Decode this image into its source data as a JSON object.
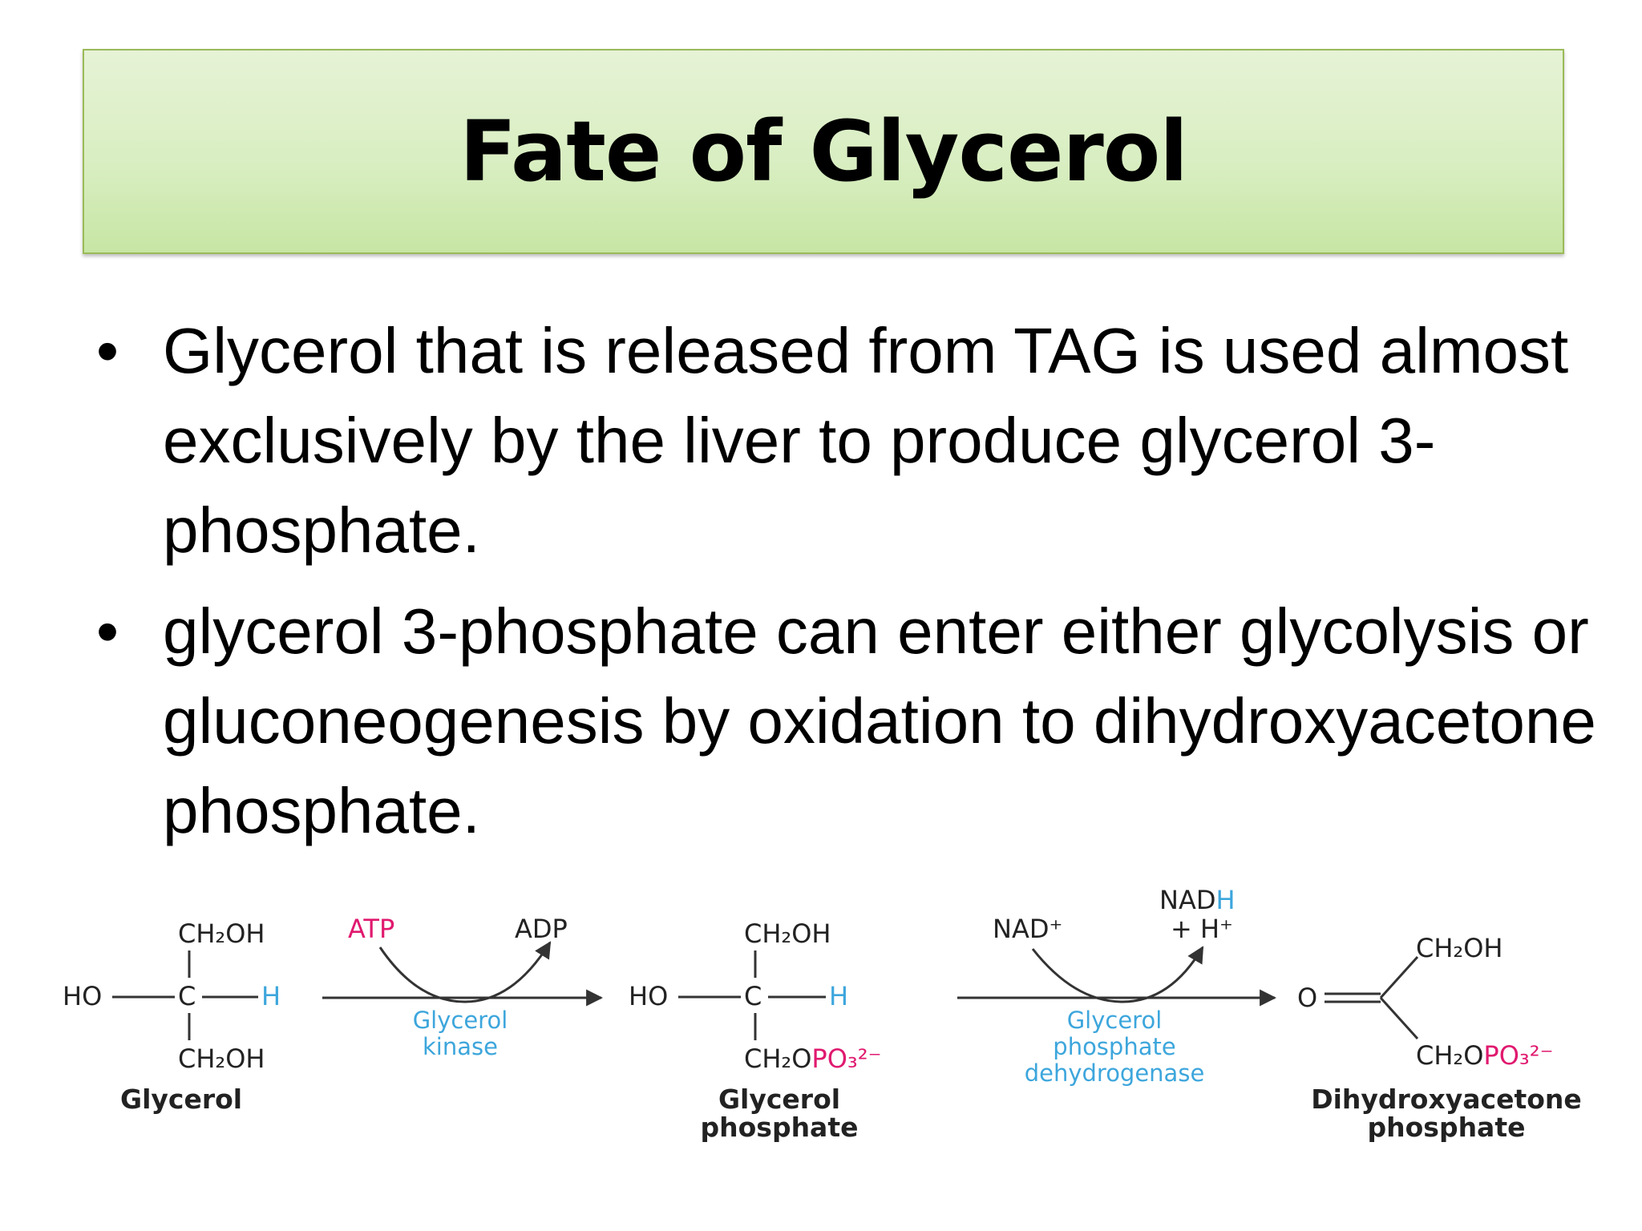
{
  "slide": {
    "title": "Fate of Glycerol",
    "bullets": [
      "Glycerol that is released from TAG is used almost exclusively by the liver to produce glycerol 3-phosphate.",
      "glycerol 3-phosphate can enter either glycolysis or gluconeogenesis by oxidation to dihydroxyacetone phosphate."
    ],
    "bullet_symbol": "•"
  },
  "diagram": {
    "colors": {
      "enzyme": "#3da6dc",
      "cofactor": "#e0196f",
      "text": "#222222"
    },
    "glycerol": {
      "top": "CH₂OH",
      "ho": "HO",
      "c": "C",
      "h": "H",
      "bottom": "CH₂OH",
      "label": "Glycerol"
    },
    "step1": {
      "in": "ATP",
      "out": "ADP",
      "enzyme_line1": "Glycerol",
      "enzyme_line2": "kinase"
    },
    "glycerol_phosphate": {
      "top": "CH₂OH",
      "ho": "HO",
      "c": "C",
      "h": "H",
      "bottom_a": "CH₂O",
      "bottom_b": "PO₃²⁻",
      "label_line1": "Glycerol",
      "label_line2": "phosphate"
    },
    "step2": {
      "in": "NAD⁺",
      "out_a": "NAD",
      "out_b": "H",
      "out_c": "+ H⁺",
      "enzyme_line1": "Glycerol",
      "enzyme_line2": "phosphate",
      "enzyme_line3": "dehydrogenase"
    },
    "dhap": {
      "top": "CH₂OH",
      "o": "O",
      "bottom_a": "CH₂O",
      "bottom_b": "PO₃²⁻",
      "label_line1": "Dihydroxyacetone",
      "label_line2": "phosphate"
    }
  }
}
